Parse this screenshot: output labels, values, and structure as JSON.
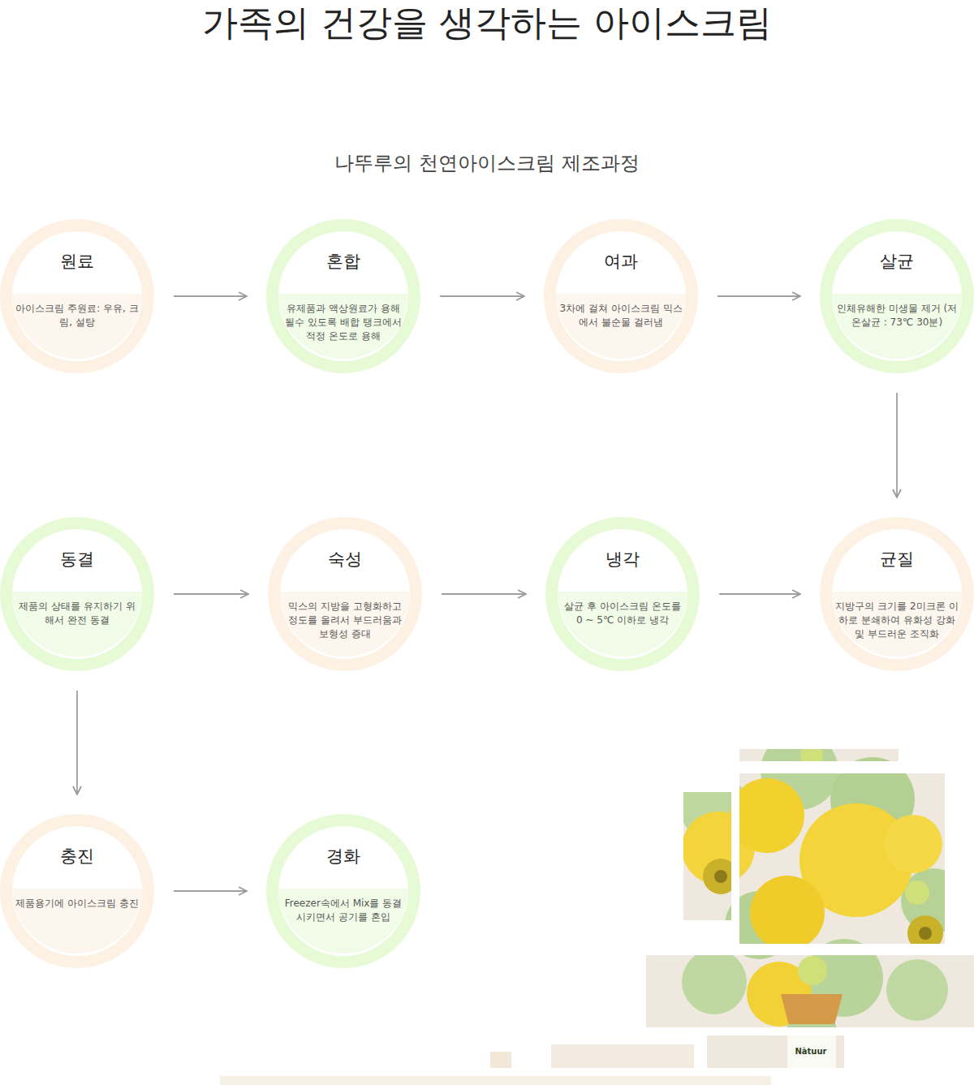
{
  "diagram": {
    "title": "가족의 건강을 생각하는 아이스크림",
    "nodes": [
      {
        "text": [
          "원료",
          "아이스크림 주원료: 우유, 크림, 설탕"
        ]
      },
      {
        "text": [
          "혼합",
          "유제품과 액상원료가 용해 될수 있도록 배합 탱크에서 적정 온도로 용해"
        ]
      },
      {
        "text": [
          "여과",
          "3차에 걸쳐 아이스크림 믹스에서 불순물 걸러냄"
        ]
      },
      {
        "text": [
          "살균",
          "인체유해한 미생물 제거 (저온살균 : 73℃ 30분)"
        ]
      },
      {
        "text": [
          "동결",
          "제품의 상태를 유지하기 위해서 완전 동결"
        ]
      },
      {
        "text": [
          "숙성",
          "믹스의 지방을 고형화하고 정도를 올려서 부드러움과 보형성 증대"
        ]
      },
      {
        "text": [
          "냉각",
          "살균 후 아이스크림 온도를 0 ~ 5℃ 이하로 냉각"
        ]
      },
      {
        "text": [
          "균질",
          "지방구의 크기를 2미크론 이하로 분쇄하여 유화성 강화 및 부드러운 조직화"
        ]
      },
      {
        "text": [
          "충진",
          "제품용기에 아이스크림 충진"
        ]
      },
      {
        "text": [
          "경화",
          "Freezer속에서 Mix를 동결시키면서 공기를 혼입"
        ]
      }
    ],
    "edges": [
      {
        "from": 0,
        "to": 1,
        "arrow": "to"
      },
      {
        "from": 1,
        "to": 2,
        "arrow": "to"
      },
      {
        "from": 2,
        "to": 3,
        "arrow": "to"
      },
      {
        "from": 3,
        "to": 7,
        "arrow": "to"
      },
      {
        "from": 4,
        "to": 5,
        "arrow": "to"
      },
      {
        "from": 5,
        "to": 6,
        "arrow": "to"
      },
      {
        "from": 6,
        "to": 7,
        "arrow": "to"
      },
      {
        "from": 4,
        "to": 8,
        "arrow": "to"
      },
      {
        "from": 8,
        "to": 9,
        "arrow": "to"
      }
    ],
    "labels": [
      "나뚜루의 천연아이스크림 제조과정",
      "Nàtuur"
    ]
  }
}
